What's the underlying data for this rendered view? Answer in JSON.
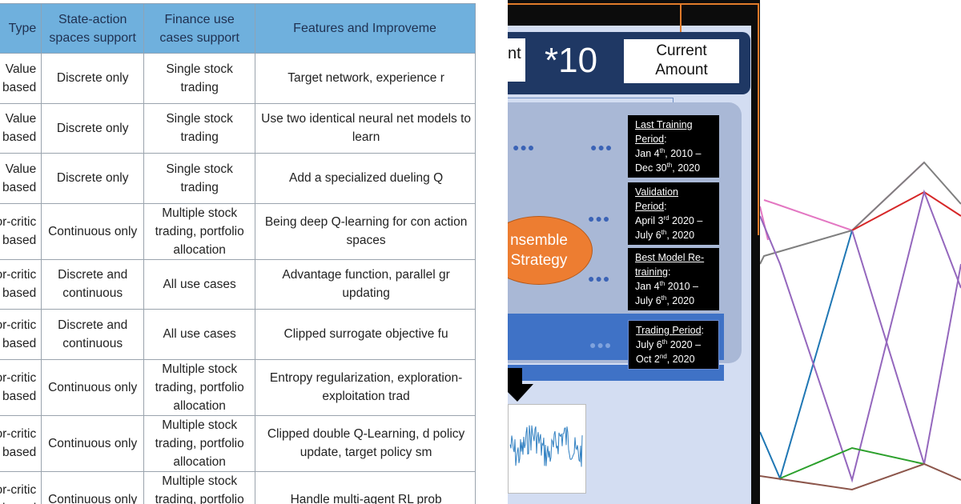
{
  "table": {
    "headers": [
      "Type",
      "State-action spaces support",
      "Finance use cases support",
      "Features and Improveme"
    ],
    "rows": [
      [
        "Value based",
        "Discrete only",
        "Single stock trading",
        "Target  network, experience r"
      ],
      [
        "Value based",
        "Discrete only",
        "Single stock trading",
        "Use two identical neural net models to learn"
      ],
      [
        "Value based",
        "Discrete only",
        "Single stock trading",
        "Add a specialized dueling Q"
      ],
      [
        "ctor-critic based",
        "Continuous only",
        "Multiple stock trading, portfolio allocation",
        "Being deep Q-learning for con action spaces"
      ],
      [
        "ctor-critic based",
        "Discrete and continuous",
        "All use cases",
        "Advantage function, parallel gr updating"
      ],
      [
        "ctor-critic based",
        "Discrete and continuous",
        "All use cases",
        "Clipped surrogate objective fu"
      ],
      [
        "ctor-critic based",
        "Continuous only",
        "Multiple stock trading, portfolio allocation",
        "Entropy regularization, exploration-exploitation trad"
      ],
      [
        "ctor-critic based",
        "Continuous only",
        "Multiple stock trading, portfolio allocation",
        "Clipped double Q-Learning, d policy update, target policy sm"
      ],
      [
        "ctor-critic based",
        "Continuous only",
        "Multiple stock trading, portfolio allocation",
        "Handle multi-agent RL prob"
      ]
    ]
  },
  "diagram": {
    "amount_fragment": "nt",
    "multiplier": "*10",
    "current_amount_line1": "Current",
    "current_amount_line2": "Amount",
    "ensemble_line1": "nsemble",
    "ensemble_line2": "Strategy",
    "dots": "●●●",
    "periods": {
      "last_training": {
        "title_line1": "Last Training",
        "title_line2": "Period",
        "start": "Jan 4",
        "start_sup": "th",
        "start_year": ", 2010 –",
        "end": "Dec 30",
        "end_sup": "th",
        "end_year": ", 2020"
      },
      "validation": {
        "title_line1": "Validation",
        "title_line2": "Period",
        "start": "April 3",
        "start_sup": "rd",
        "start_year": " 2020 –",
        "end": "July 6",
        "end_sup": "th",
        "end_year": ", 2020"
      },
      "best_model": {
        "title_line1": "Best Model Re-",
        "title_line2": "training",
        "start": "Jan 4",
        "start_sup": "th",
        "start_year": " 2010 –",
        "end": "July 6",
        "end_sup": "th",
        "end_year": ", 2020"
      },
      "trading": {
        "title_line1": "Trading Period",
        "start": "July 6",
        "start_sup": "th",
        "start_year": " 2020 –",
        "end": "Oct 2",
        "end_sup": "nd",
        "end_year": ", 2020"
      }
    },
    "colors": {
      "navy": "#1f3864",
      "orange": "#ed7d31",
      "blue": "#3f72c6",
      "slide": "#d3ddf2"
    }
  },
  "geometry": {
    "line_colors": [
      "#e377c2",
      "#7f7f7f",
      "#d62728",
      "#1f77b4",
      "#9467bd",
      "#2ca02c",
      "#8c564b"
    ]
  }
}
